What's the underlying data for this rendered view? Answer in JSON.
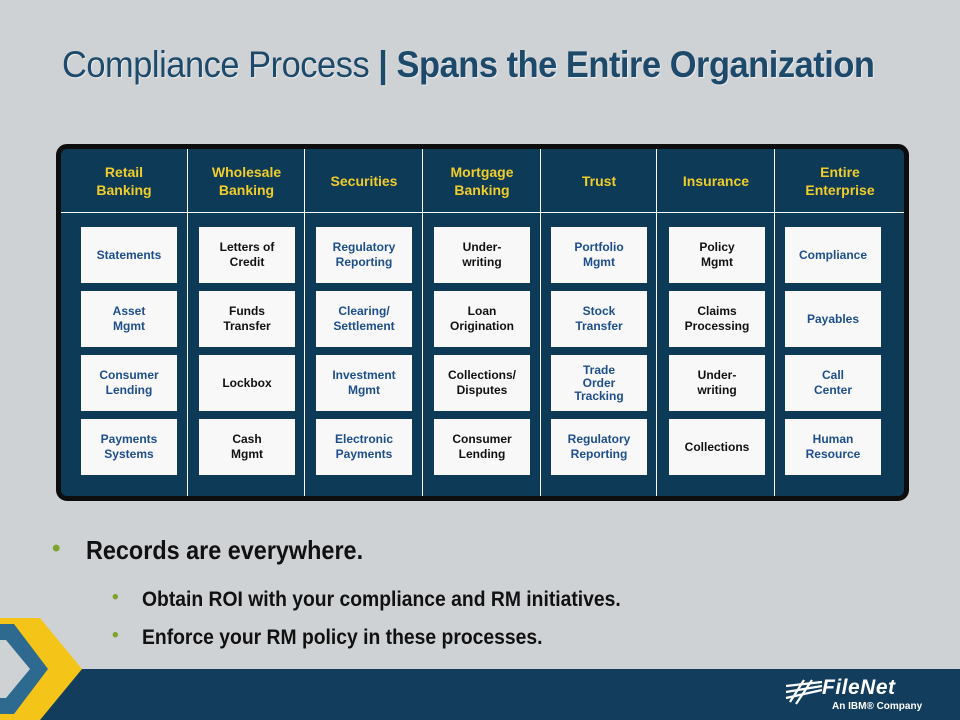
{
  "title": {
    "part1": "Compliance Process",
    "separator": "|",
    "part2": "Spans the Entire Organization"
  },
  "columns": [
    {
      "header": "Retail\nBanking",
      "cell_color": "#1e4e8c",
      "cells": [
        "Statements",
        "Asset\nMgmt",
        "Consumer\nLending",
        "Payments\nSystems"
      ]
    },
    {
      "header": "Wholesale\nBanking",
      "cell_color": "#111111",
      "cells": [
        "Letters of\nCredit",
        "Funds\nTransfer",
        "Lockbox",
        "Cash\nMgmt"
      ]
    },
    {
      "header": "Securities",
      "cell_color": "#1e4e8c",
      "cells": [
        "Regulatory\nReporting",
        "Clearing/\nSettlement",
        "Investment\nMgmt",
        "Electronic\nPayments"
      ]
    },
    {
      "header": "Mortgage\nBanking",
      "cell_color": "#111111",
      "cells": [
        "Under-\nwriting",
        "Loan\nOrigination",
        "Collections/\nDisputes",
        "Consumer\nLending"
      ]
    },
    {
      "header": "Trust",
      "cell_color": "#1e4e8c",
      "cells": [
        "Portfolio\nMgmt",
        "Stock\nTransfer",
        "Trade\nOrder\nTracking",
        "Regulatory\nReporting"
      ]
    },
    {
      "header": "Insurance",
      "cell_color": "#111111",
      "cells": [
        "Policy\nMgmt",
        "Claims\nProcessing",
        "Under-\nwriting",
        "Collections"
      ]
    },
    {
      "header": "Entire\nEnterprise",
      "cell_color": "#1e4e8c",
      "cells": [
        "Compliance",
        "Payables",
        "Call\nCenter",
        "Human\nResource"
      ]
    }
  ],
  "bullets": {
    "level1": "Records are everywhere.",
    "level2": [
      "Obtain ROI with your compliance and RM initiatives.",
      "Enforce your RM policy in these processes."
    ]
  },
  "logo": {
    "name": "FileNet",
    "tagline": "An IBM® Company"
  },
  "colors": {
    "background": "#cfd2d5",
    "title": "#1d4a6a",
    "panel": "#0c3a57",
    "header_text": "#f2cd2a",
    "bullet": "#7ea32a",
    "footer": "#123d5c",
    "chevron_yellow": "#f4c518"
  }
}
